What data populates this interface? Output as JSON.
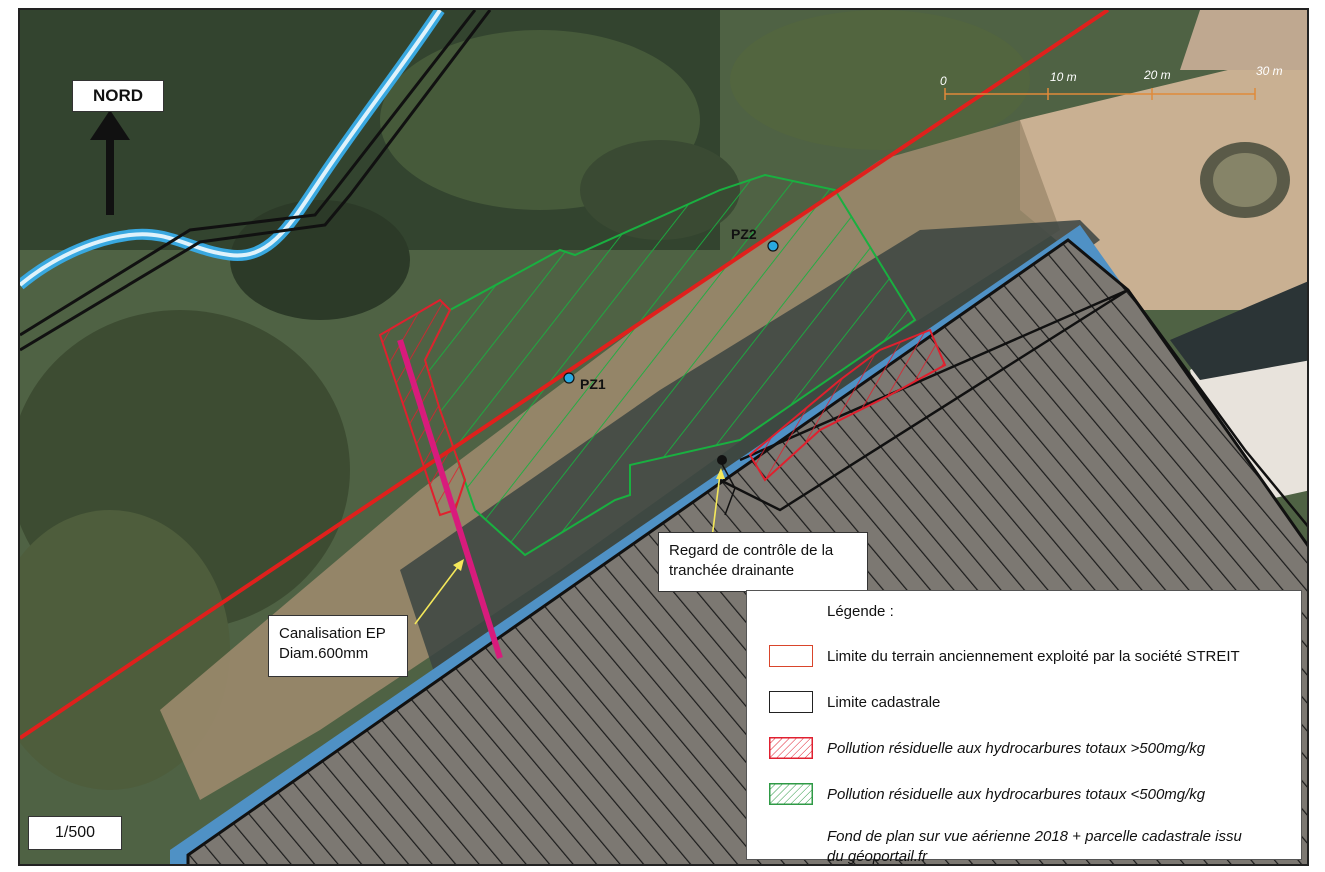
{
  "north": {
    "label": "NORD"
  },
  "scale": {
    "ratio": "1/500",
    "bar_labels": [
      "0",
      "10 m",
      "20 m",
      "30 m"
    ]
  },
  "points": {
    "pz1": "PZ1",
    "pz2": "PZ2"
  },
  "annotations": {
    "canalisation_line1": "Canalisation EP",
    "canalisation_line2": "Diam.600mm",
    "regard_line1": "Regard de contrôle de la",
    "regard_line2": "tranchée drainante"
  },
  "legend": {
    "title": "Légende :",
    "items": [
      {
        "label": "Limite du terrain anciennement exploité par la société STREIT",
        "color": "#d9452b"
      },
      {
        "label": "Limite cadastrale",
        "color": "#222222"
      },
      {
        "label": "Pollution résiduelle aux hydrocarbures totaux >500mg/kg",
        "color": "#e02030"
      },
      {
        "label": "Pollution résiduelle aux hydrocarbures totaux <500mg/kg",
        "color": "#2f9a46"
      }
    ],
    "note_line1": "Fond de plan sur vue aérienne 2018 + parcelle cadastrale issu",
    "note_line2": "du géoportail.fr"
  },
  "colors": {
    "exploited_limit": "#e0201c",
    "cadastral": "#111111",
    "high_pollution": "#e0202e",
    "low_pollution": "#19b040",
    "pipe": "#d81b7c",
    "stream": "#39a8e0",
    "piezometer": "#29a9e1"
  }
}
